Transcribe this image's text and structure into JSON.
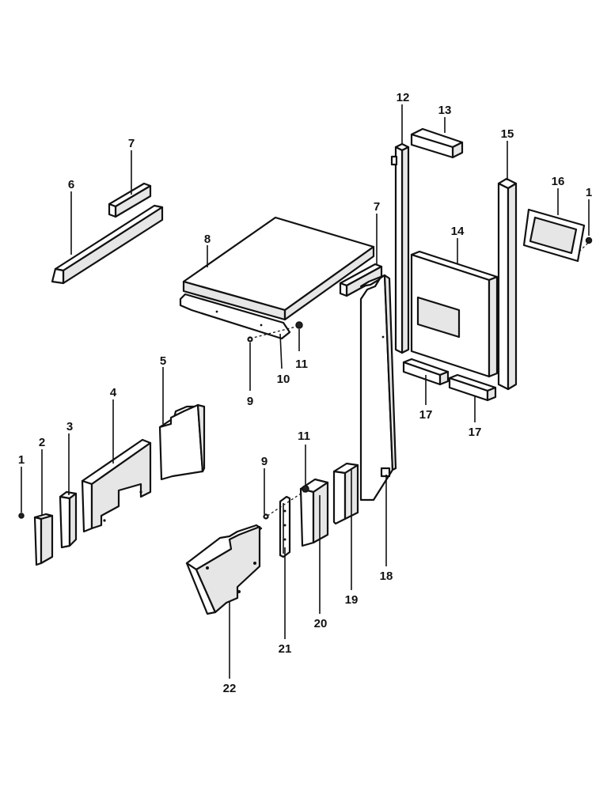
{
  "labels": {
    "c1a": "1",
    "c1b": "1",
    "c2": "2",
    "c3": "3",
    "c4": "4",
    "c5": "5",
    "c6": "6",
    "c7a": "7",
    "c7b": "7",
    "c8": "8",
    "c9a": "9",
    "c9b": "9",
    "c10": "10",
    "c11a": "11",
    "c11b": "11",
    "c12": "12",
    "c13": "13",
    "c14": "14",
    "c15": "15",
    "c16": "16",
    "c17a": "17",
    "c17b": "17",
    "c18": "18",
    "c19": "19",
    "c20": "20",
    "c21": "21",
    "c22": "22"
  }
}
